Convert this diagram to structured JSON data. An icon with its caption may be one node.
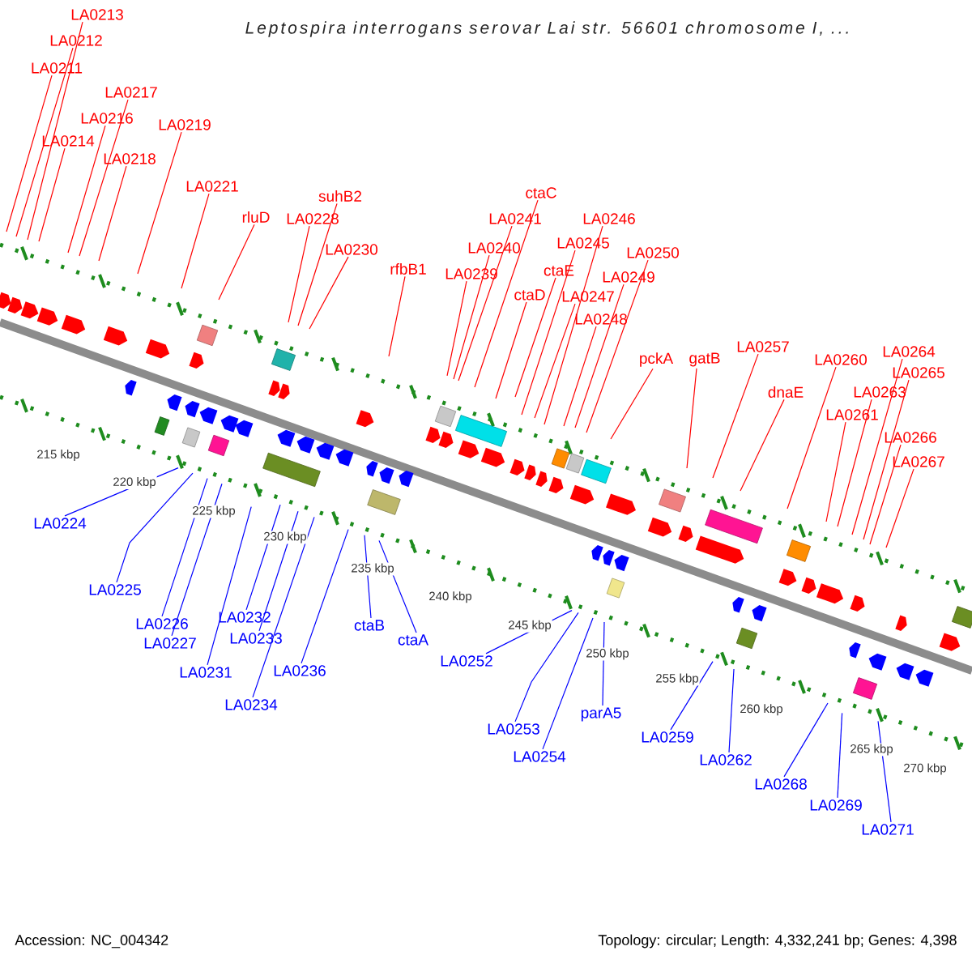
{
  "diagram": {
    "title": "Leptospira interrogans serovar Lai str. 56601 chromosome I, ...",
    "nodes": [
      {
        "text": [
          "LA0213"
        ]
      },
      {
        "text": [
          "LA0212"
        ]
      },
      {
        "text": [
          "LA0211"
        ]
      },
      {
        "text": [
          "LA0217"
        ]
      },
      {
        "text": [
          "LA0216"
        ]
      },
      {
        "text": [
          "LA0214"
        ]
      },
      {
        "text": [
          "LA0219"
        ]
      },
      {
        "text": [
          "LA0218"
        ]
      },
      {
        "text": [
          "LA0221"
        ]
      },
      {
        "text": [
          "suhB2"
        ]
      },
      {
        "text": [
          "rluD"
        ]
      },
      {
        "text": [
          "LA0228"
        ]
      },
      {
        "text": [
          "LA0230"
        ]
      },
      {
        "text": [
          "rfbB1"
        ]
      },
      {
        "text": [
          "ctaC"
        ]
      },
      {
        "text": [
          "LA0241"
        ]
      },
      {
        "text": [
          "LA0246"
        ]
      },
      {
        "text": [
          "LA0240"
        ]
      },
      {
        "text": [
          "LA0245"
        ]
      },
      {
        "text": [
          "LA0250"
        ]
      },
      {
        "text": [
          "ctaE"
        ]
      },
      {
        "text": [
          "LA0239"
        ]
      },
      {
        "text": [
          "LA0249"
        ]
      },
      {
        "text": [
          "ctaD"
        ]
      },
      {
        "text": [
          "LA0247"
        ]
      },
      {
        "text": [
          "LA0248"
        ]
      },
      {
        "text": [
          "LA0257"
        ]
      },
      {
        "text": [
          "LA0264"
        ]
      },
      {
        "text": [
          "pckA"
        ]
      },
      {
        "text": [
          "gatB"
        ]
      },
      {
        "text": [
          "LA0260"
        ]
      },
      {
        "text": [
          "LA0265"
        ]
      },
      {
        "text": [
          "dnaE"
        ]
      },
      {
        "text": [
          "LA0263"
        ]
      },
      {
        "text": [
          "LA0261"
        ]
      },
      {
        "text": [
          "LA0266"
        ]
      },
      {
        "text": [
          "LA0267"
        ]
      },
      {
        "text": [
          "LA0224"
        ]
      },
      {
        "text": [
          "LA0225"
        ]
      },
      {
        "text": [
          "LA0232"
        ]
      },
      {
        "text": [
          "LA0226"
        ]
      },
      {
        "text": [
          "LA0233"
        ]
      },
      {
        "text": [
          "LA0227"
        ]
      },
      {
        "text": [
          "ctaB"
        ]
      },
      {
        "text": [
          "ctaA"
        ]
      },
      {
        "text": [
          "LA0231"
        ]
      },
      {
        "text": [
          "LA0236"
        ]
      },
      {
        "text": [
          "LA0234"
        ]
      },
      {
        "text": [
          "LA0252"
        ]
      },
      {
        "text": [
          "parA5"
        ]
      },
      {
        "text": [
          "LA0253"
        ]
      },
      {
        "text": [
          "LA0259"
        ]
      },
      {
        "text": [
          "LA0254"
        ]
      },
      {
        "text": [
          "LA0262"
        ]
      },
      {
        "text": [
          "LA0268"
        ]
      },
      {
        "text": [
          "LA0269"
        ]
      },
      {
        "text": [
          "LA0271"
        ]
      }
    ],
    "edges": [
      {
        "from": 0,
        "to": null,
        "arrow": "none"
      },
      {
        "from": 1,
        "to": null,
        "arrow": "none"
      },
      {
        "from": 2,
        "to": null,
        "arrow": "none"
      },
      {
        "from": 3,
        "to": null,
        "arrow": "none"
      },
      {
        "from": 4,
        "to": null,
        "arrow": "none"
      },
      {
        "from": 5,
        "to": null,
        "arrow": "none"
      },
      {
        "from": 6,
        "to": null,
        "arrow": "none"
      },
      {
        "from": 7,
        "to": null,
        "arrow": "none"
      },
      {
        "from": 8,
        "to": null,
        "arrow": "none"
      },
      {
        "from": 9,
        "to": null,
        "arrow": "none"
      },
      {
        "from": 10,
        "to": null,
        "arrow": "none"
      },
      {
        "from": 11,
        "to": null,
        "arrow": "none"
      },
      {
        "from": 12,
        "to": null,
        "arrow": "none"
      },
      {
        "from": 13,
        "to": null,
        "arrow": "none"
      },
      {
        "from": 14,
        "to": null,
        "arrow": "none"
      },
      {
        "from": 15,
        "to": null,
        "arrow": "none"
      },
      {
        "from": 16,
        "to": null,
        "arrow": "none"
      },
      {
        "from": 17,
        "to": null,
        "arrow": "none"
      },
      {
        "from": 18,
        "to": null,
        "arrow": "none"
      },
      {
        "from": 19,
        "to": null,
        "arrow": "none"
      },
      {
        "from": 20,
        "to": null,
        "arrow": "none"
      },
      {
        "from": 21,
        "to": null,
        "arrow": "none"
      },
      {
        "from": 22,
        "to": null,
        "arrow": "none"
      },
      {
        "from": 23,
        "to": null,
        "arrow": "none"
      },
      {
        "from": 24,
        "to": null,
        "arrow": "none"
      },
      {
        "from": 25,
        "to": null,
        "arrow": "none"
      },
      {
        "from": 26,
        "to": null,
        "arrow": "none"
      },
      {
        "from": 27,
        "to": null,
        "arrow": "none"
      },
      {
        "from": 28,
        "to": null,
        "arrow": "none"
      },
      {
        "from": 29,
        "to": null,
        "arrow": "none"
      },
      {
        "from": 30,
        "to": null,
        "arrow": "none"
      },
      {
        "from": 31,
        "to": null,
        "arrow": "none"
      },
      {
        "from": 32,
        "to": null,
        "arrow": "none"
      },
      {
        "from": 33,
        "to": null,
        "arrow": "none"
      },
      {
        "from": 34,
        "to": null,
        "arrow": "none"
      },
      {
        "from": 35,
        "to": null,
        "arrow": "none"
      },
      {
        "from": 36,
        "to": null,
        "arrow": "none"
      },
      {
        "from": 37,
        "to": null,
        "arrow": "none",
        "color": "#0000ff"
      },
      {
        "from": 38,
        "to": null,
        "arrow": "none",
        "color": "#0000ff"
      },
      {
        "from": 39,
        "to": null,
        "arrow": "none",
        "color": "#0000ff"
      },
      {
        "from": 40,
        "to": null,
        "arrow": "none",
        "color": "#0000ff"
      },
      {
        "from": 41,
        "to": null,
        "arrow": "none",
        "color": "#0000ff"
      },
      {
        "from": 42,
        "to": null,
        "arrow": "none",
        "color": "#0000ff"
      },
      {
        "from": 43,
        "to": null,
        "arrow": "none",
        "color": "#0000ff"
      },
      {
        "from": 44,
        "to": null,
        "arrow": "none",
        "color": "#0000ff"
      },
      {
        "from": 45,
        "to": null,
        "arrow": "none",
        "color": "#0000ff"
      },
      {
        "from": 46,
        "to": null,
        "arrow": "none",
        "color": "#0000ff"
      },
      {
        "from": 47,
        "to": null,
        "arrow": "none",
        "color": "#0000ff"
      },
      {
        "from": 48,
        "to": null,
        "arrow": "none",
        "color": "#0000ff"
      },
      {
        "from": 49,
        "to": null,
        "arrow": "none",
        "color": "#0000ff"
      },
      {
        "from": 50,
        "to": null,
        "arrow": "none",
        "color": "#0000ff"
      },
      {
        "from": 51,
        "to": null,
        "arrow": "none",
        "color": "#0000ff"
      },
      {
        "from": 52,
        "to": null,
        "arrow": "none",
        "color": "#0000ff"
      },
      {
        "from": 53,
        "to": null,
        "arrow": "none",
        "color": "#0000ff"
      },
      {
        "from": 54,
        "to": null,
        "arrow": "none",
        "color": "#0000ff"
      },
      {
        "from": 55,
        "to": null,
        "arrow": "none",
        "color": "#0000ff"
      },
      {
        "from": 56,
        "to": null,
        "arrow": "none",
        "color": "#0000ff"
      }
    ],
    "labels": [
      "215 kbp",
      "220 kbp",
      "225 kbp",
      "230 kbp",
      "235 kbp",
      "240 kbp",
      "245 kbp",
      "250 kbp",
      "255 kbp",
      "260 kbp",
      "265 kbp",
      "270 kbp",
      "Accession: NC_004342",
      "Topology: circular; Length: 4,332,241 bp; Genes: 4,398"
    ]
  }
}
